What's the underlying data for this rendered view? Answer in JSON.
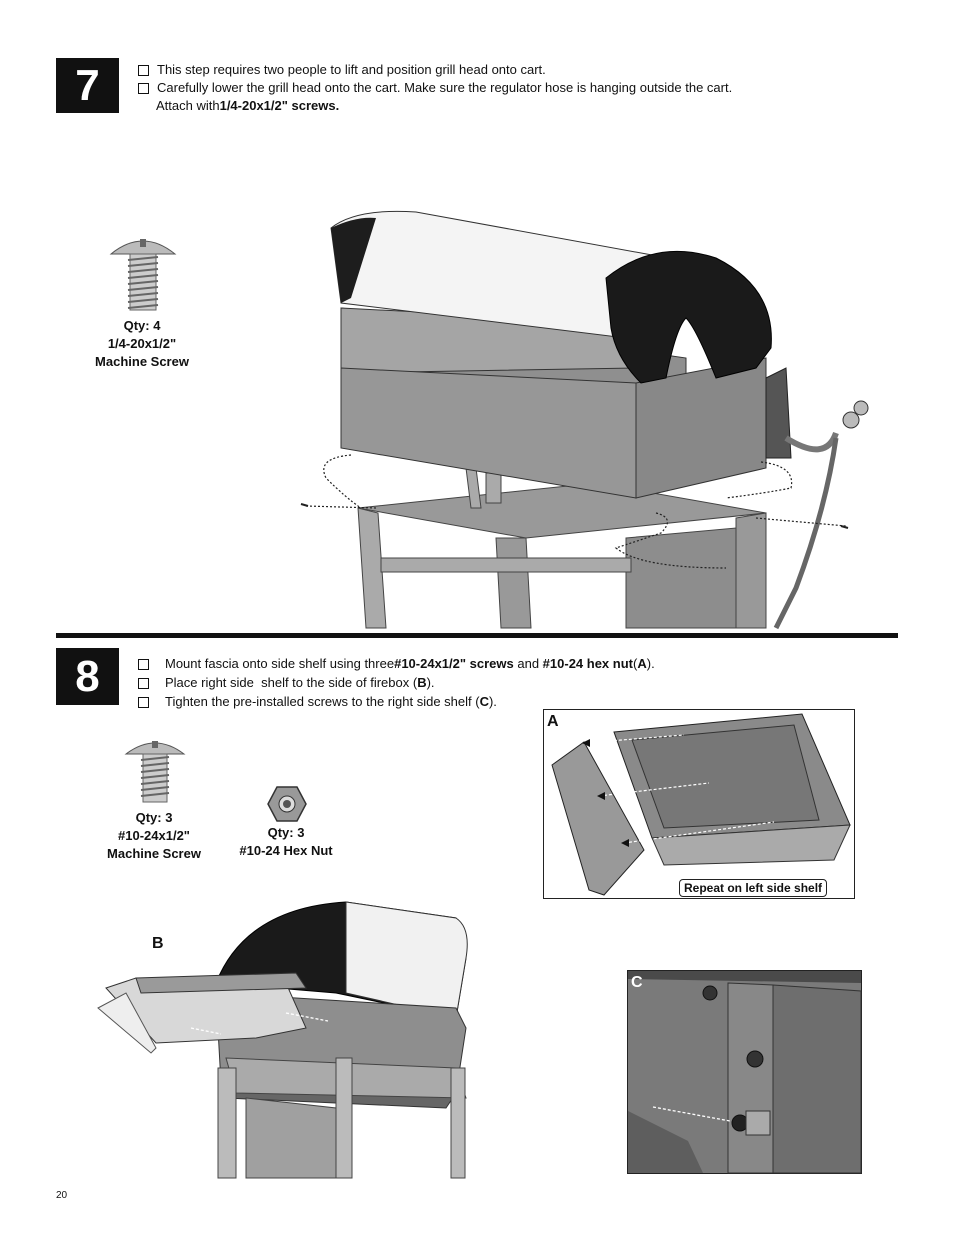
{
  "step7": {
    "number": "7",
    "lines": [
      {
        "text": "This step requires two people to lift and position grill head onto cart."
      },
      {
        "text": "Carefully lower the grill head onto the cart. Make sure the regulator hose is hanging outside the cart."
      },
      {
        "text_pre": "Attach with ",
        "text_bold": "1/4-20x1/2\" screws."
      }
    ],
    "part": {
      "qty": "Qty: 4",
      "size": "1/4-20x1/2\"",
      "name": "Machine Screw"
    }
  },
  "step8": {
    "number": "8",
    "lines": [
      {
        "pre": "Mount fascia onto side shelf using three ",
        "b1": "#10-24x1/2\" screws",
        "mid": " and ",
        "b2": "#10-24 hex nut",
        "post1": "(",
        "letter": "A",
        "post2": ")."
      },
      {
        "pre": "Place right side  shelf to the side of firebox (",
        "letter": "B",
        "post2": ")."
      },
      {
        "pre": "Tighten the pre-installed screws to the right side shelf (",
        "letter": "C",
        "post2": ")."
      }
    ],
    "part_screw": {
      "qty": "Qty: 3",
      "size": "#10-24x1/2\"",
      "name": "Machine Screw"
    },
    "part_nut": {
      "qty": "Qty: 3",
      "name": "#10-24  Hex  Nut"
    },
    "panel_a": {
      "letter": "A",
      "note": "Repeat  on  left  side shelf"
    },
    "panel_b": {
      "letter": "B"
    },
    "panel_c": {
      "letter": "C"
    }
  },
  "page_number": "20"
}
